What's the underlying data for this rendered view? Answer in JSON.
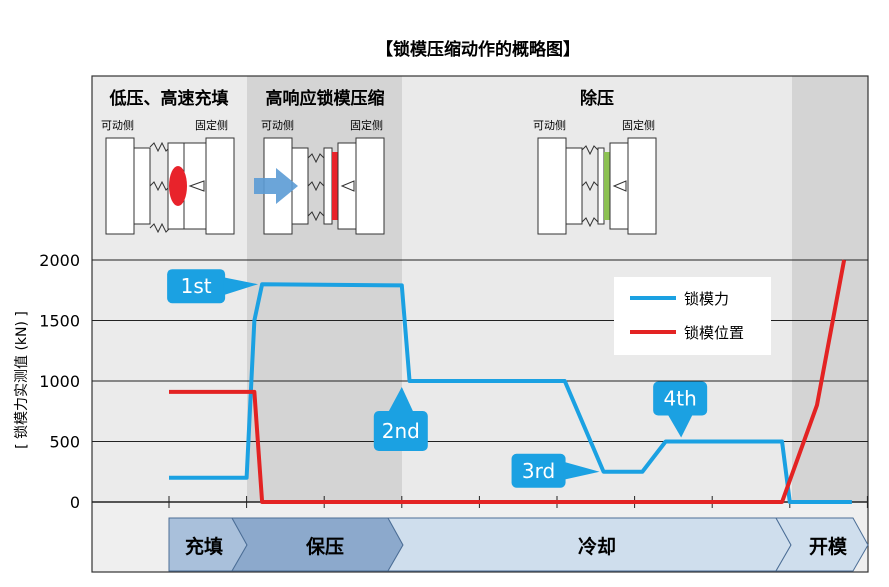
{
  "title": "【锁模压缩动作的概略图】",
  "phases": [
    {
      "label": "低压、高速充填",
      "left_label": "可动侧",
      "right_label": "固定侧"
    },
    {
      "label": "高响应锁模压缩",
      "left_label": "可动侧",
      "right_label": "固定侧"
    },
    {
      "label": "除压",
      "left_label": "可动侧",
      "right_label": "固定侧"
    }
  ],
  "bottom_bands": [
    "充填",
    "保压",
    "冷却",
    "开模"
  ],
  "colors": {
    "force": "#1ba1e2",
    "position": "#e32323",
    "callout": "#1ba1e2",
    "melt": "#e8232b",
    "cooled": "#8cc152",
    "arrow": "#5b9bd5"
  },
  "chart_data": {
    "type": "line",
    "ylabel": "[ 锁模力实测值 (kN) ]",
    "xlabel": "",
    "ylim": [
      0,
      2000
    ],
    "yticks": [
      0,
      500,
      1000,
      1500,
      2000
    ],
    "grid": true,
    "legend_placement": "top-right",
    "series": [
      {
        "name": "锁模力",
        "color": "#1ba1e2",
        "x": [
          0,
          1,
          1.1,
          1.2,
          3,
          3.1,
          5.1,
          5.6,
          6.1,
          6.4,
          6.6,
          7.9,
          8.0,
          8.8
        ],
        "y": [
          200,
          200,
          1500,
          1800,
          1790,
          1000,
          1000,
          250,
          250,
          500,
          500,
          500,
          0,
          0
        ]
      },
      {
        "name": "锁模位置",
        "color": "#e32323",
        "x": [
          0,
          1.1,
          1.2,
          3,
          7.9,
          8.35,
          8.7
        ],
        "y": [
          910,
          910,
          0,
          0,
          0,
          800,
          2000
        ]
      }
    ],
    "annotations": [
      {
        "text": "1st",
        "x": 1.2,
        "y": 1800
      },
      {
        "text": "2nd",
        "x": 3.0,
        "y": 1000
      },
      {
        "text": "3rd",
        "x": 5.6,
        "y": 250
      },
      {
        "text": "4th",
        "x": 6.6,
        "y": 500
      }
    ]
  }
}
